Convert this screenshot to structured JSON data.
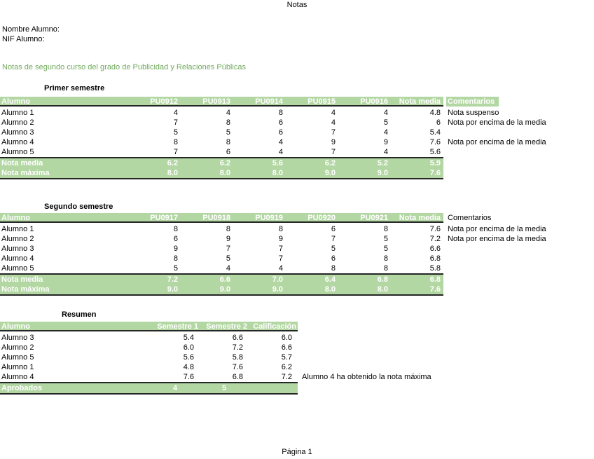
{
  "page": {
    "title": "Notas",
    "name_label": "Nombre Alumno:",
    "nif_label": "NIF Alumno:",
    "course_title": "Notas de segundo curso del grado de Publicidad y Relaciones Públicas",
    "footer": "Página 1"
  },
  "colors": {
    "green_fill": "#b3d7a3",
    "green_heading_text": "#70aa5c",
    "table_border": "#262626",
    "header_text": "#ffffff"
  },
  "semester1": {
    "label": "Primer semestre",
    "columns": [
      "Alumno",
      "PU0912",
      "PU0913",
      "PU0914",
      "PU0915",
      "PU0916",
      "Nota media"
    ],
    "comments_column": "Comentarios",
    "rows": [
      {
        "name": "Alumno 1",
        "values": [
          "4",
          "4",
          "8",
          "4",
          "4",
          "4.8"
        ],
        "comment": "Nota suspenso"
      },
      {
        "name": "Alumno 2",
        "values": [
          "7",
          "8",
          "6",
          "4",
          "5",
          "6"
        ],
        "comment": "Nota por encima de la media"
      },
      {
        "name": "Alumno 3",
        "values": [
          "5",
          "5",
          "6",
          "7",
          "4",
          "5.4"
        ],
        "comment": ""
      },
      {
        "name": "Alumno 4",
        "values": [
          "8",
          "8",
          "4",
          "9",
          "9",
          "7.6"
        ],
        "comment": "Nota por encima de la media"
      },
      {
        "name": "Alumno 5",
        "values": [
          "7",
          "6",
          "4",
          "7",
          "4",
          "5.6"
        ],
        "comment": ""
      }
    ],
    "summary": [
      {
        "name": "Nota media",
        "values": [
          "6.2",
          "6.2",
          "5.6",
          "6.2",
          "5.2",
          "5.9"
        ]
      },
      {
        "name": "Nota máxima",
        "values": [
          "8.0",
          "8.0",
          "8.0",
          "9.0",
          "9.0",
          "7.6"
        ]
      }
    ]
  },
  "semester2": {
    "label": "Segundo semestre",
    "columns": [
      "Alumno",
      "PU0917",
      "PU0918",
      "PU0919",
      "PU0920",
      "PU0921",
      "Nota media"
    ],
    "comments_column": "Comentarios",
    "rows": [
      {
        "name": "Alumno 1",
        "values": [
          "8",
          "8",
          "8",
          "6",
          "8",
          "7.6"
        ],
        "comment": "Nota por encima de la media"
      },
      {
        "name": "Alumno 2",
        "values": [
          "6",
          "9",
          "9",
          "7",
          "5",
          "7.2"
        ],
        "comment": "Nota por encima de la media"
      },
      {
        "name": "Alumno 3",
        "values": [
          "9",
          "7",
          "7",
          "5",
          "5",
          "6.6"
        ],
        "comment": ""
      },
      {
        "name": "Alumno 4",
        "values": [
          "8",
          "5",
          "7",
          "6",
          "8",
          "6.8"
        ],
        "comment": ""
      },
      {
        "name": "Alumno 5",
        "values": [
          "5",
          "4",
          "4",
          "8",
          "8",
          "5.8"
        ],
        "comment": ""
      }
    ],
    "summary": [
      {
        "name": "Nota media",
        "values": [
          "7.2",
          "6.6",
          "7.0",
          "6.4",
          "6.8",
          "6.8"
        ]
      },
      {
        "name": "Nota máxima",
        "values": [
          "9.0",
          "9.0",
          "9.0",
          "8.0",
          "8.0",
          "7.6"
        ]
      }
    ]
  },
  "resumen": {
    "label": "Resumen",
    "columns": [
      "Alumno",
      "Semestre 1",
      "Semestre 2",
      "Calificación"
    ],
    "rows": [
      {
        "name": "Alumno 3",
        "values": [
          "5.4",
          "6.6",
          "6.0"
        ],
        "comment": ""
      },
      {
        "name": "Alumno 2",
        "values": [
          "6.0",
          "7.2",
          "6.6"
        ],
        "comment": ""
      },
      {
        "name": "Alumno 5",
        "values": [
          "5.6",
          "5.8",
          "5.7"
        ],
        "comment": ""
      },
      {
        "name": "Alumno 1",
        "values": [
          "4.8",
          "7.6",
          "6.2"
        ],
        "comment": ""
      },
      {
        "name": "Alumno 4",
        "values": [
          "7.6",
          "6.8",
          "7.2"
        ],
        "comment": "Alumno 4 ha obtenido la nota máxima"
      }
    ],
    "summary": {
      "name": "Aprobados",
      "values": [
        "4",
        "5",
        ""
      ]
    }
  }
}
